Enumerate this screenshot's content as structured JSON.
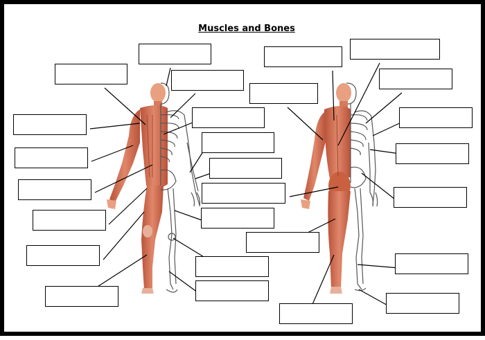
{
  "worksheet": {
    "title": "Muscles and Bones",
    "label_boxes": [
      {
        "id": "front-upper-left-1"
      },
      {
        "id": "front-top-center"
      },
      {
        "id": "front-upper-right-1"
      },
      {
        "id": "front-left-2"
      },
      {
        "id": "front-right-2"
      },
      {
        "id": "front-left-3"
      },
      {
        "id": "front-right-3"
      },
      {
        "id": "front-left-4"
      },
      {
        "id": "front-right-4"
      },
      {
        "id": "front-left-5"
      },
      {
        "id": "front-right-5"
      },
      {
        "id": "front-left-6"
      },
      {
        "id": "front-right-6"
      },
      {
        "id": "front-left-7"
      },
      {
        "id": "front-right-7"
      },
      {
        "id": "back-top-left"
      },
      {
        "id": "back-top-right"
      },
      {
        "id": "back-left-2"
      },
      {
        "id": "back-right-2"
      },
      {
        "id": "back-right-3"
      },
      {
        "id": "back-right-4"
      },
      {
        "id": "back-right-5"
      },
      {
        "id": "back-left-3"
      },
      {
        "id": "back-right-6"
      },
      {
        "id": "back-bottom"
      },
      {
        "id": "back-right-7"
      }
    ]
  }
}
